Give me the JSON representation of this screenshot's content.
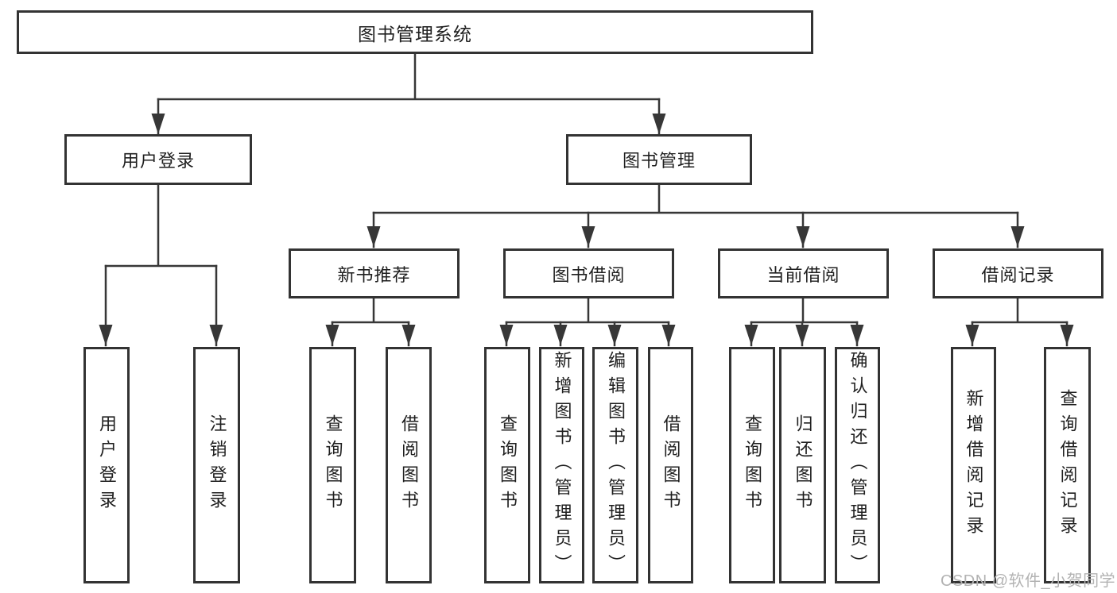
{
  "colors": {
    "background": "#ffffff",
    "line": "#373737",
    "box_border": "#333333",
    "text": "#1f1f1f",
    "watermark_text": "#b3b3b3"
  },
  "watermark": {
    "text": "CSDN @软件_小贺同学"
  },
  "tree": {
    "root": {
      "label": "图书管理系统"
    },
    "branches": [
      {
        "label": "用户登录",
        "leaves": [
          {
            "label": "用户登录"
          },
          {
            "label": "注销登录"
          }
        ]
      },
      {
        "label": "图书管理",
        "groups": [
          {
            "label": "新书推荐",
            "leaves": [
              {
                "label": "查询图书"
              },
              {
                "label": "借阅图书"
              }
            ]
          },
          {
            "label": "图书借阅",
            "leaves": [
              {
                "label": "查询图书"
              },
              {
                "label": "新增图书（管理员）"
              },
              {
                "label": "编辑图书（管理员）"
              },
              {
                "label": "借阅图书"
              }
            ]
          },
          {
            "label": "当前借阅",
            "leaves": [
              {
                "label": "查询图书"
              },
              {
                "label": "归还图书"
              },
              {
                "label": "确认归还（管理员）"
              }
            ]
          },
          {
            "label": "借阅记录",
            "leaves": [
              {
                "label": "新增借阅记录"
              },
              {
                "label": "查询借阅记录"
              }
            ]
          }
        ]
      }
    ]
  }
}
